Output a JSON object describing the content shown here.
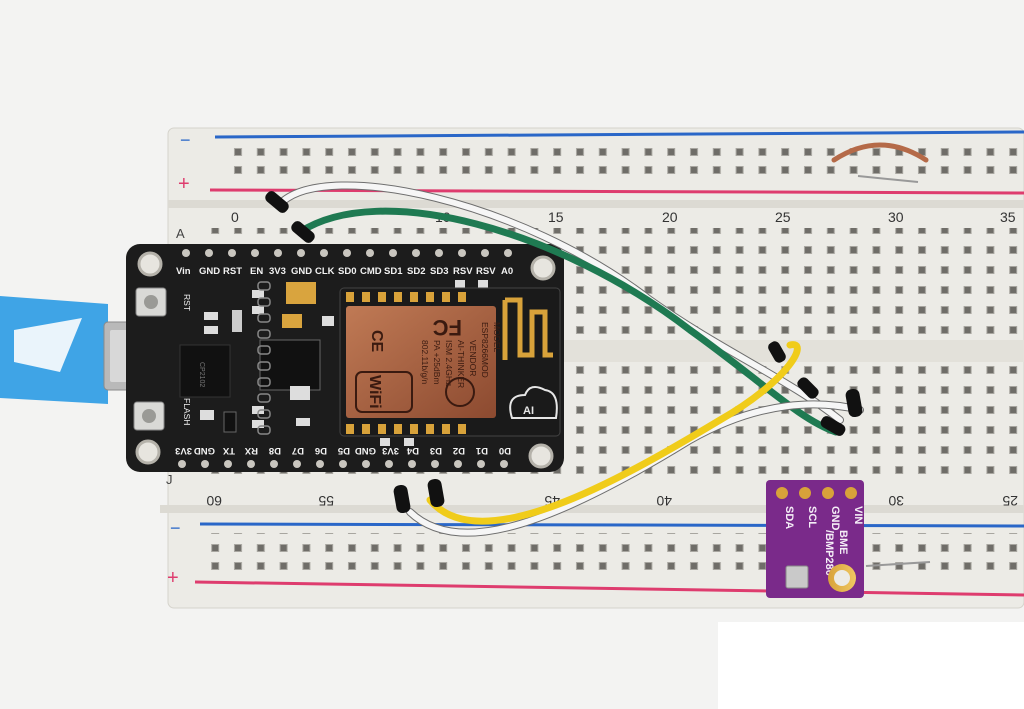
{
  "breadboard": {
    "top_rail_minus": "−",
    "top_rail_plus": "+",
    "bottom_rail_minus": "−",
    "bottom_rail_plus": "+",
    "row_letter_a": "A",
    "row_letter_j": "J",
    "top_column_numbers": [
      "0",
      "10",
      "15",
      "20",
      "25",
      "30",
      "35"
    ],
    "bottom_column_numbers": [
      "60",
      "55",
      "45",
      "40",
      "30",
      "25"
    ]
  },
  "nodemcu": {
    "top_pin_labels": [
      "Vin",
      "GND",
      "RST",
      "EN",
      "3V3",
      "GND",
      "CLK",
      "SD0",
      "CMD",
      "SD1",
      "SD2",
      "SD3",
      "RSV",
      "RSV",
      "A0"
    ],
    "bottom_pin_labels": [
      "3V3",
      "GND",
      "TX",
      "RX",
      "D8",
      "D7",
      "D6",
      "D5",
      "GND",
      "3V3",
      "D4",
      "D3",
      "D2",
      "D1",
      "D0"
    ],
    "button_rst": "RST",
    "button_flash": "FLASH",
    "usb_chip_text": "CP2102",
    "module": {
      "fcc": "FC",
      "ce": "CE",
      "model_line": "MODEL",
      "model": "ESP8266MOD",
      "vendor_line": "VENDOR",
      "vendor": "AI-THINKER",
      "ism": "ISM 2.4GHz",
      "pa": "PA +25dBm",
      "std": "802.11b/g/n",
      "wifi": "WiFi",
      "ai_badge": "AI"
    }
  },
  "sensor": {
    "pin_labels": [
      "SDA",
      "SCL",
      "GND",
      "VIN"
    ],
    "name_line1": "BME",
    "name_line2": "/BMP280"
  },
  "colors": {
    "board_pcb": "#1c1c1c",
    "module_shield": "#a65b3c",
    "sensor_pcb": "#7a2a8a",
    "wire_green": "#1f7a52",
    "wire_white": "#f6f6f6",
    "wire_yellow": "#f0cc1a",
    "wire_brown": "#b56a48",
    "rail_blue": "#2a67c8",
    "rail_red": "#de3c6e",
    "usb_cable": "#3fa4e6"
  }
}
